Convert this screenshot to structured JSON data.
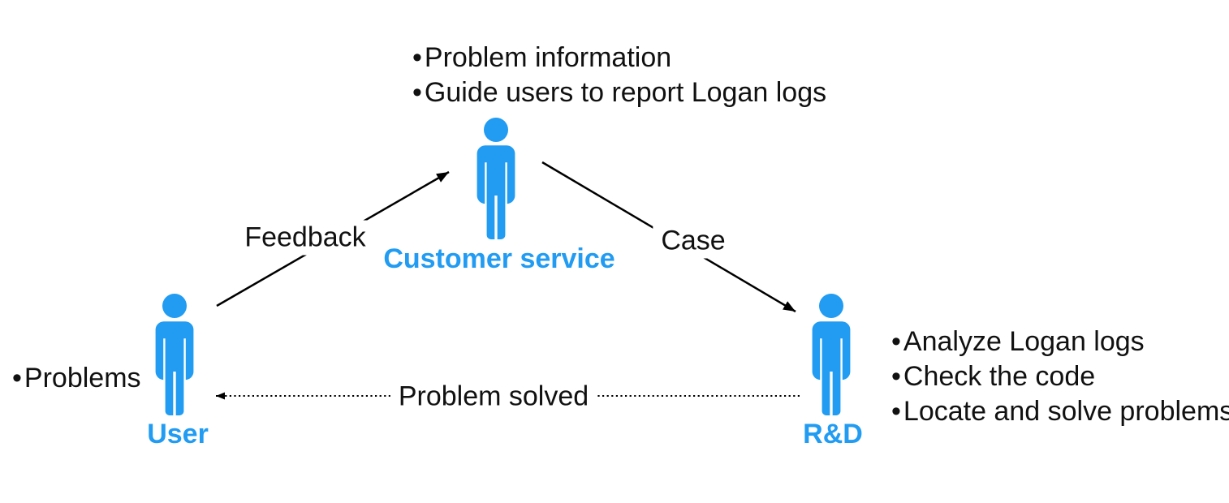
{
  "colors": {
    "accent": "#219CF2",
    "text": "#111111",
    "arrow": "#000000"
  },
  "bullet_char": "•",
  "actors": {
    "customer_service": {
      "label": "Customer service"
    },
    "user": {
      "label": "User"
    },
    "rd": {
      "label": "R&D"
    }
  },
  "notes": {
    "customer_service": {
      "items": [
        "Problem information",
        "Guide users to report Logan logs"
      ]
    },
    "user": {
      "items": [
        "Problems"
      ]
    },
    "rd": {
      "items": [
        "Analyze Logan logs",
        "Check the code",
        "Locate and solve problems"
      ]
    }
  },
  "arrows": {
    "feedback": {
      "label": "Feedback",
      "style": "solid",
      "from": "user",
      "to": "customer_service"
    },
    "case": {
      "label": "Case",
      "style": "solid",
      "from": "customer_service",
      "to": "rd"
    },
    "problem_solved": {
      "label": "Problem solved",
      "style": "dotted",
      "from": "rd",
      "to": "user"
    }
  }
}
